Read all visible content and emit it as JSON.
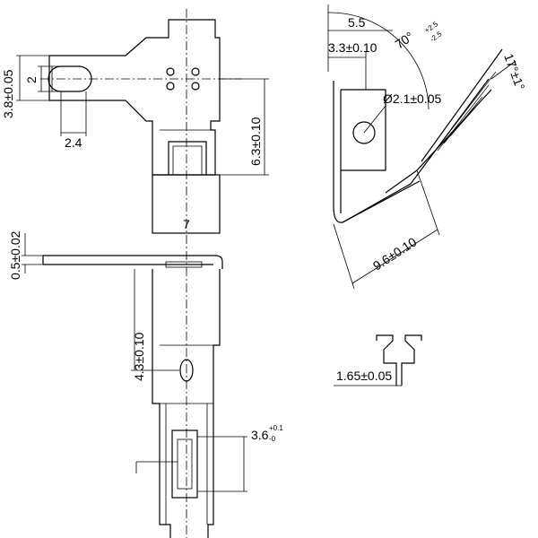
{
  "drawing": {
    "top_view": {
      "height_dim": "3.8±0.05",
      "slot_height_dim": "2",
      "slot_width_dim": "2.4",
      "tab_length_dim": "6.3±0.10",
      "width_dim": "7"
    },
    "side_view": {
      "thickness_dim": "0.5±0.02"
    },
    "bottom_view": {
      "hole_position_dim": "4.3±0.10",
      "window_dim": "3.6",
      "window_tol_upper": "+0.1",
      "window_tol_lower": "-0"
    },
    "angle_view": {
      "overall_dim": "5.5",
      "hole_offset_dim": "3.3±0.10",
      "hole_diameter_dim": "Ø2.1±0.05",
      "angle_dim": "70°",
      "angle_tol_upper": "+2.5",
      "angle_tol_lower": "-2.5",
      "bend_angle_dim": "17°±1°",
      "length_dim": "9.6±0.10"
    },
    "clip_view": {
      "gap_dim": "1.65±0.05"
    }
  }
}
